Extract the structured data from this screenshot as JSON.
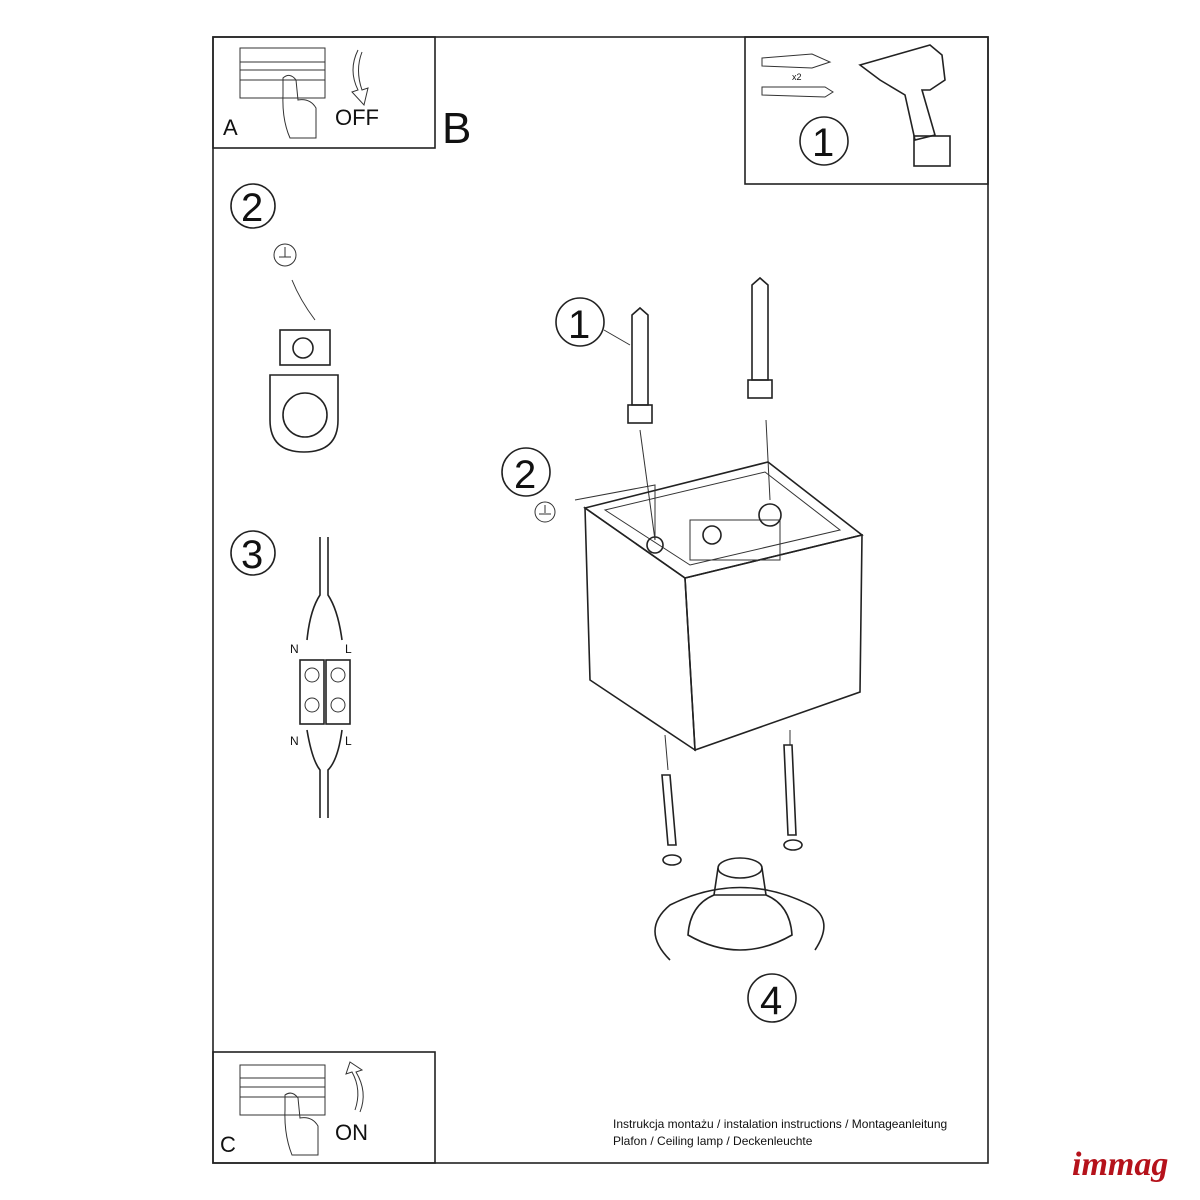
{
  "panels": {
    "a": {
      "letter": "A",
      "action": "OFF"
    },
    "b": {
      "letter": "B"
    },
    "c": {
      "letter": "C",
      "action": "ON"
    }
  },
  "tools": {
    "quantity": "x2",
    "step": "1"
  },
  "steps": {
    "s1": "1",
    "s2": "2",
    "s3": "3",
    "s4": "4"
  },
  "wiring": {
    "n_top": "N",
    "l_top": "L",
    "n_bottom": "N",
    "l_bottom": "L"
  },
  "footer": {
    "line1": "Instrukcja montażu / instalation instructions / Montageanleitung",
    "line2": "Plafon / Ceiling lamp / Deckenleuchte"
  },
  "brand": {
    "name": "immag",
    "color": "#b5121b"
  }
}
